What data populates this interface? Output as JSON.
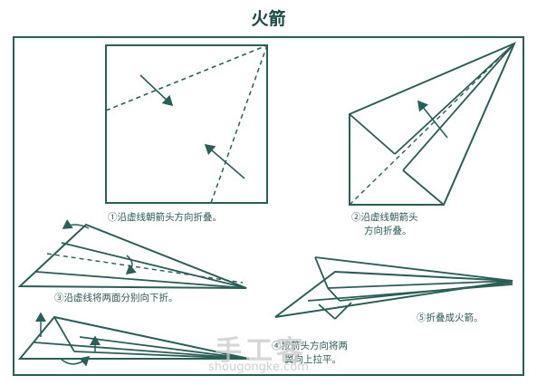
{
  "title": "火箭",
  "steps": [
    {
      "num": "①",
      "text": "沿虚线朝箭头方向折叠。"
    },
    {
      "num": "②",
      "line1": "沿虚线朝箭头",
      "line2": "方向折叠。"
    },
    {
      "num": "③",
      "text": "沿虚线将两面分别向下折。"
    },
    {
      "num": "④",
      "line1": "按箭头方向将两",
      "line2": "翼向上拉平。"
    },
    {
      "num": "⑤",
      "text": "折叠成火箭。"
    }
  ],
  "watermark": {
    "brand": "手工客",
    "url": "shougongke.com"
  },
  "colors": {
    "ink": "#2a5e57",
    "text": "#2d5a55",
    "title": "#1d4a44",
    "watermark": "#c9c9c9"
  }
}
